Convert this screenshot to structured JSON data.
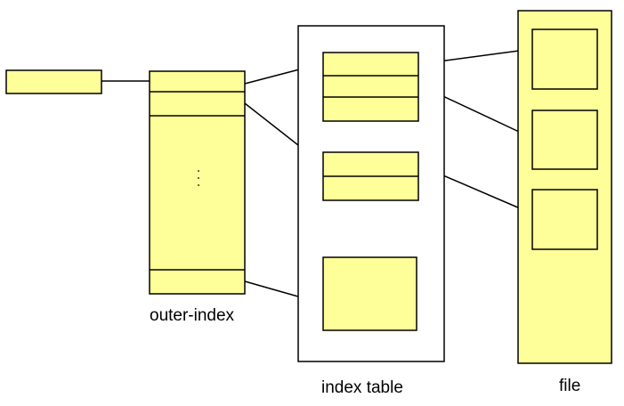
{
  "labels": {
    "outer_index": "outer-index",
    "index_table": "index table",
    "file": "file"
  },
  "colors": {
    "box_fill": "#FFFF99",
    "outline": "#000000",
    "background": "#FFFFFF"
  }
}
